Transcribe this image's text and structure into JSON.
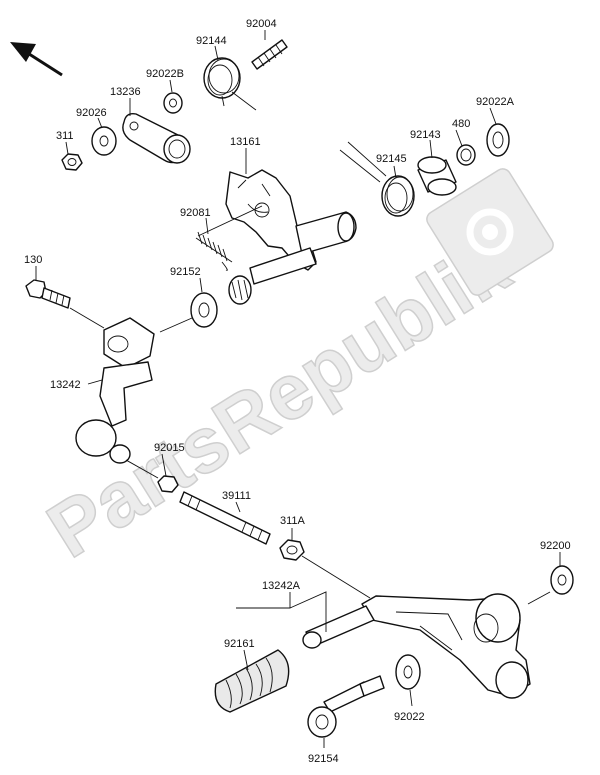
{
  "watermark": {
    "text": "PartsRepublik"
  },
  "labels": {
    "p92004": "92004",
    "p92144": "92144",
    "p92022B": "92022B",
    "p13236": "13236",
    "p92026": "92026",
    "p311": "311",
    "p13161": "13161",
    "p92081": "92081",
    "p480": "480",
    "p92022A": "92022A",
    "p92143": "92143",
    "p92145": "92145",
    "p130": "130",
    "p92152": "92152",
    "p13242": "13242",
    "p92015": "92015",
    "p39111": "39111",
    "p311A": "311A",
    "p92200": "92200",
    "p13242A": "13242A",
    "p92161": "92161",
    "p92022": "92022",
    "p92154": "92154"
  },
  "icons": {
    "direction": "arrow-up-left-icon",
    "logo": "gear-icon"
  }
}
